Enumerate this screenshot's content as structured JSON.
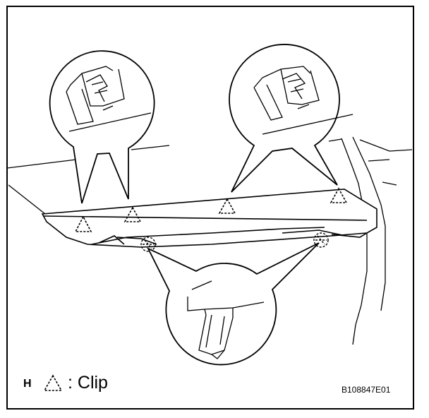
{
  "legend": {
    "letter": "H",
    "symbol_icon": "dashed-triangle-icon",
    "label": ": Clip"
  },
  "figure_code": "B108847E01",
  "colors": {
    "line": "#000000",
    "background": "#ffffff"
  }
}
